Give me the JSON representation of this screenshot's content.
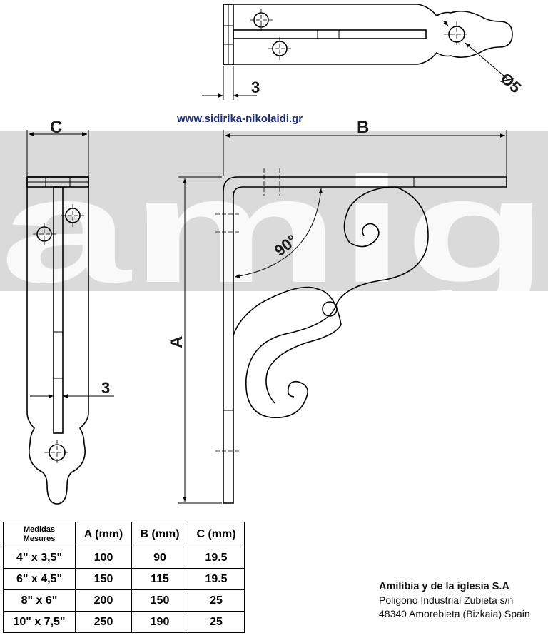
{
  "site": {
    "url": "www.sidirika-nikolaidi.gr"
  },
  "watermark": {
    "text": "amig"
  },
  "dimensions": {
    "hole_diameter": "Ø5",
    "thickness_top": "3",
    "thickness_side": "3",
    "angle": "90°",
    "width_label": "C",
    "length_label": "B",
    "height_label": "A"
  },
  "table": {
    "header_line1": "Medidas",
    "header_line2": "Mesures",
    "columns": [
      "A (mm)",
      "B (mm)",
      "C (mm)"
    ],
    "rows": [
      {
        "size": "4\" x 3,5\"",
        "a": "100",
        "b": "90",
        "c": "19.5"
      },
      {
        "size": "6\" x 4,5\"",
        "a": "150",
        "b": "115",
        "c": "19.5"
      },
      {
        "size": "8\" x 6\"",
        "a": "200",
        "b": "150",
        "c": "25"
      },
      {
        "size": "10\" x 7,5\"",
        "a": "250",
        "b": "190",
        "c": "25"
      }
    ]
  },
  "company": {
    "name": "Amilibia y de la iglesia S.A",
    "address_line1": "Poligono Industrial Zubieta s/n",
    "address_line2": "48340 Amorebieta (Bizkaia) Spain"
  }
}
